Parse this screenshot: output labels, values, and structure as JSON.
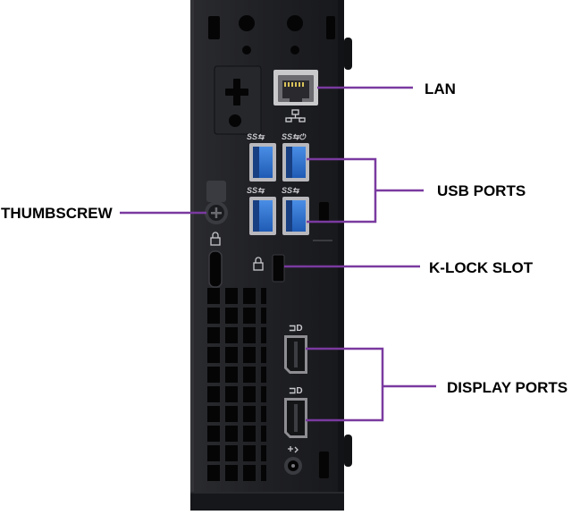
{
  "diagram": {
    "labels": {
      "lan": "LAN",
      "usb_ports": "USB PORTS",
      "thumbscrew": "THUMBSCREW",
      "k_lock_slot": "K-LOCK SLOT",
      "display_ports": "DISPLAY PORTS"
    },
    "colors": {
      "background": "#ffffff",
      "chassis": "#1e1f22",
      "port_blue": "#2c6fcf",
      "callout_line": "#7a3aa0",
      "label_text": "#000000"
    },
    "icons": [
      "network-icon",
      "usb-superspeed-icon",
      "padlock-icon",
      "displayport-icon",
      "power-icon"
    ]
  }
}
